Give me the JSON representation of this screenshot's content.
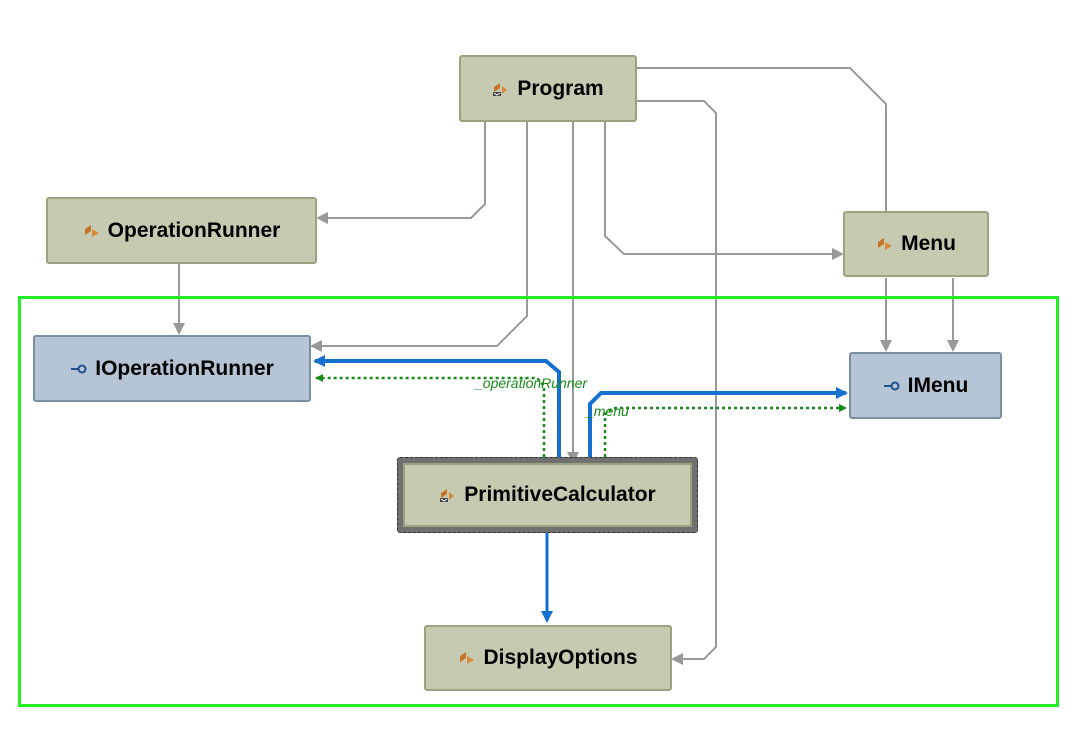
{
  "diagram": {
    "nodes": {
      "program": "Program",
      "operation_runner": "OperationRunner",
      "menu": "Menu",
      "ioperation_runner": "IOperationRunner",
      "imenu": "IMenu",
      "primitive_calculator": "PrimitiveCalculator",
      "display_options": "DisplayOptions"
    },
    "edge_labels": {
      "operation_runner_field": "_operationRunner",
      "menu_field": "_menu"
    },
    "icons": {
      "class": "class-icon",
      "static_class": "static-class-icon",
      "interface": "interface-icon"
    },
    "colors": {
      "dependency_edge": "#999999",
      "association_edge": "#1670d0",
      "field_edge": "#1a8a1a",
      "group_frame": "#22ee22",
      "class_fill": "#c6cab0",
      "interface_fill": "#b5c5d6"
    }
  }
}
